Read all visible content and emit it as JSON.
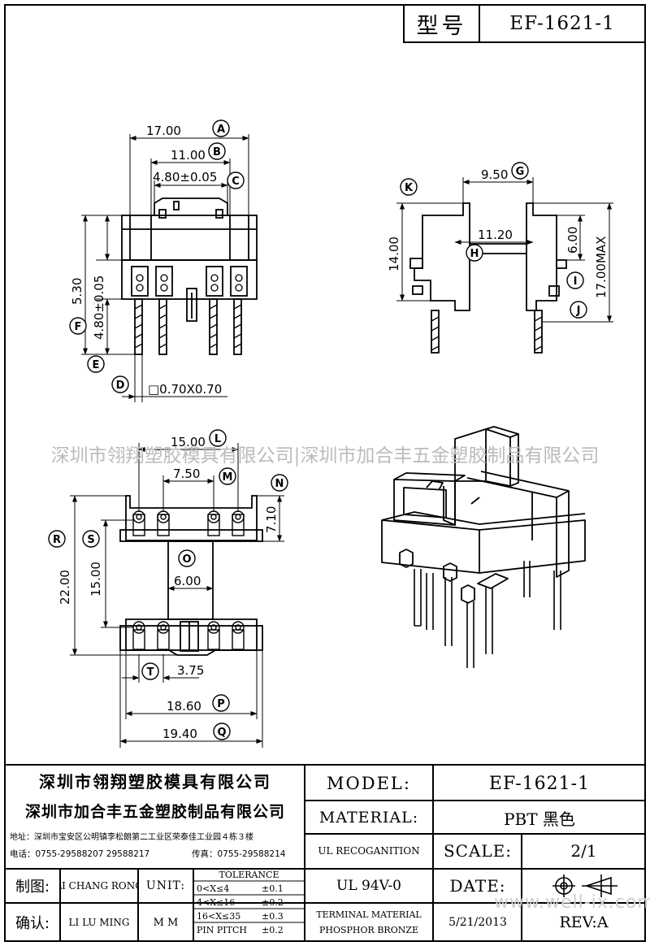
{
  "header": {
    "model_label": "型号",
    "model_value": "EF-1621-1"
  },
  "dimensions": {
    "A": {
      "letter": "A",
      "value": "17.00"
    },
    "B": {
      "letter": "B",
      "value": "11.00"
    },
    "C": {
      "letter": "C",
      "value": "4.80±0.05"
    },
    "D": {
      "letter": "D",
      "value": "□0.70X0.70"
    },
    "E": {
      "letter": "E",
      "value": "4.80±0.05"
    },
    "F": {
      "letter": "F",
      "value": "5.30"
    },
    "G": {
      "letter": "G",
      "value": "9.50"
    },
    "H": {
      "letter": "H",
      "value": "11.20"
    },
    "I": {
      "letter": "I",
      "value": "6.00"
    },
    "J": {
      "letter": "J",
      "value": "17.00MAX"
    },
    "K": {
      "letter": "K",
      "value": "14.00"
    },
    "L": {
      "letter": "L",
      "value": "15.00"
    },
    "M": {
      "letter": "M",
      "value": "7.50"
    },
    "N": {
      "letter": "N",
      "value": "7.10"
    },
    "O": {
      "letter": "O",
      "value": "6.00"
    },
    "P": {
      "letter": "P",
      "value": "18.60"
    },
    "Q": {
      "letter": "Q",
      "value": "19.40"
    },
    "R": {
      "letter": "R",
      "value": "22.00"
    },
    "S": {
      "letter": "S",
      "value": "15.00"
    },
    "T": {
      "letter": "T",
      "value": "3.75"
    }
  },
  "watermark": {
    "banner": "深圳市翎翔塑胶模具有限公司|深圳市加合丰五金塑胶制品有限公司",
    "site": "www.well-ix.com"
  },
  "title_block": {
    "company1": "深圳市翎翔塑胶模具有限公司",
    "company2": "深圳市加合丰五金塑胶制品有限公司",
    "address": "地址：深圳市宝安区公明镇李松朗第二工业区荣泰佳工业园４栋３楼",
    "phone": "电话：0755-29588207  29588217",
    "fax": "传真：0755-29588214",
    "drawn_label": "制图:",
    "drawn_by": "LI CHANG RONG",
    "checked_label": "确认:",
    "checked_by": "LI LU MING",
    "unit_label": "UNIT:",
    "unit_value": "M M",
    "tolerance_title": "TOLERANCE",
    "tolerance_rows": [
      {
        "range": "0<X≤4",
        "tol": "±0.1"
      },
      {
        "range": "4<X≤16",
        "tol": "±0.2"
      },
      {
        "range": "16<X≤35",
        "tol": "±0.3"
      },
      {
        "range": "PIN PITCH",
        "tol": "±0.2"
      }
    ],
    "model_label": "MODEL:",
    "model_value": "EF-1621-1",
    "material_label": "MATERIAL:",
    "material_value": "PBT 黑色",
    "ul_label": "UL RECOGANITION",
    "ul_value": "UL 94V-0",
    "terminal_line1": "TERMINAL MATERIAL",
    "terminal_line2": "PHOSPHOR  BRONZE",
    "scale_label": "SCALE:",
    "scale_value": "2/1",
    "date_label": "DATE:",
    "date_value": "5/21/2013",
    "rev_label": "REV:A"
  }
}
